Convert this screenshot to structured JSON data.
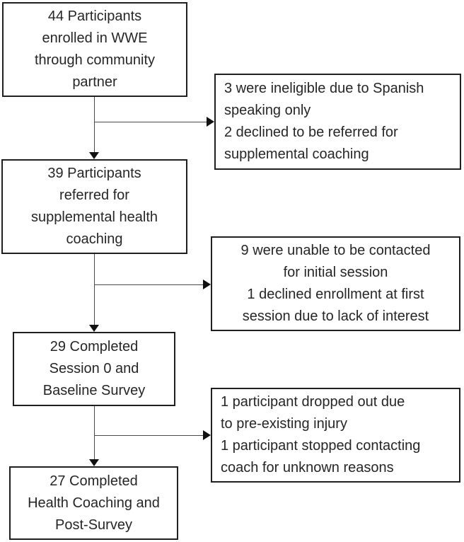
{
  "figure": {
    "type": "participant-flow-diagram",
    "colors": {
      "background": "#ffffff",
      "box_border": "#1f1f1f",
      "text": "#262626",
      "connector_line": "#4a4a4a",
      "arrowhead": "#111111"
    },
    "main_boxes": [
      {
        "name": "enrolled",
        "lines": [
          "44 Participants",
          "enrolled in WWE",
          "through community",
          "partner"
        ]
      },
      {
        "name": "referred",
        "lines": [
          "39 Participants",
          "referred for",
          "supplemental health",
          "coaching"
        ]
      },
      {
        "name": "completed-session0",
        "lines": [
          "29 Completed",
          "Session 0 and",
          "Baseline Survey"
        ]
      },
      {
        "name": "completed-coaching",
        "lines": [
          "27 Completed",
          "Health Coaching and",
          "Post-Survey"
        ]
      }
    ],
    "side_boxes": [
      {
        "name": "exclusions-after-enrollment",
        "lines": [
          "3 were ineligible due to Spanish",
          "speaking only",
          "2 declined to be referred for",
          "supplemental coaching"
        ]
      },
      {
        "name": "exclusions-after-referral",
        "lines": [
          "9 were unable to be contacted",
          "for initial session",
          "1 declined enrollment at first",
          "session due to lack of interest"
        ]
      },
      {
        "name": "exclusions-during-coaching",
        "lines": [
          "1 participant dropped out due",
          "to pre-existing injury",
          "1 participant stopped contacting",
          "coach for unknown reasons"
        ]
      }
    ]
  }
}
